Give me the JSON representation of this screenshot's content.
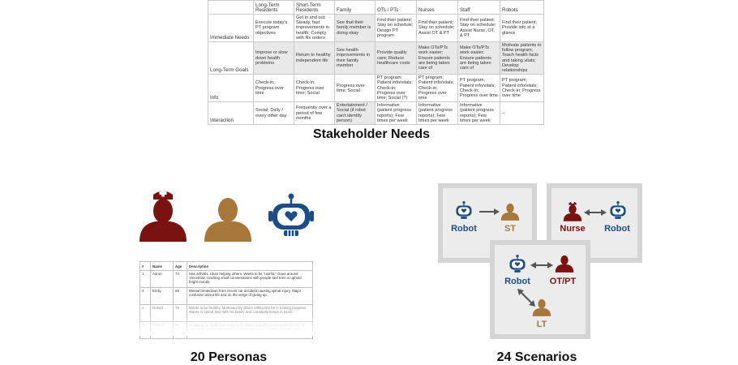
{
  "stakeholder_table": {
    "columns": [
      "",
      "Long-Term Residents",
      "Short-Term Residents",
      "Family",
      "OTs / PTs",
      "Nurses",
      "Staff",
      "Robots"
    ],
    "rows": [
      {
        "label": "Immediate Needs",
        "cells": [
          "Execute today's PT program objectives",
          "Get in and out; Steady, fast improvements in health; Comply with Rx orders",
          "See that their family member is doing okay",
          "Find their patient; Stay on schedule; Design PT program",
          "Find their patient; Stay on schedule; Assist OT & PT",
          "Find their patient; Stay on schedule; Assist Nurse, OT, & PT",
          "Find their patient; Provide info at a glance"
        ]
      },
      {
        "label": "Long-Term Goals",
        "cells": [
          "Improve or slow down health problems",
          "Return to healthy independent life",
          "See health improvements in their family member",
          "Provide quality care; Reduce healthcare costs",
          "Make OTs/PTs work easier; Ensure patients are being taken care of",
          "Make OTs/PTs work easier; Ensure patients are being taken care of",
          "Motivate patients to follow program; Teach health facts and taking vitals; Develop relationships"
        ]
      },
      {
        "label": "Info",
        "cells": [
          "Check-in; Progress over time",
          "Check-in; Progress over time; Social",
          "Progress over time; Social",
          "PT program; Patient info/vitals; Check-in; Progress over time; Social (?)",
          "PT program; Patient info/vitals; Check-in; Progress over time",
          "PT program; Patient info/vitals; Check-in; Progress over time",
          "PT program; Patient info/vitals; Check-in; Progress over time"
        ]
      },
      {
        "label": "Interaction",
        "cells": [
          "Social; Daily / every other day",
          "Frequently over a period of few months",
          "Entertainment / Social (if robot can't identify person)",
          "Informative (patient progress reports); Few times per week",
          "Informative (patient progress reports); Few times per week",
          "Informative (patient progress reports); Few times per week",
          "--"
        ]
      }
    ]
  },
  "captions": {
    "stakeholder_needs": "Stakeholder Needs",
    "personas": "20 Personas",
    "scenarios": "24 Scenarios"
  },
  "persona_table": {
    "headers": [
      "#",
      "Name",
      "Age",
      "Description"
    ],
    "rows": [
      [
        "1",
        "Aaron",
        "74",
        "Has arthritis. Likes helping others. Wants to be \"useful.\" Goes around Vincentian cracking small conversations with people and tries to uphold bright moods."
      ],
      [
        "2",
        "Emily",
        "65",
        "Mental breakdown from recent car accident causing spinal injury. Major confusion about life and on the verge of giving up."
      ],
      [
        "3",
        "Robert",
        "78",
        "Wants to be healthy. Motivated by others telling him he is making progress. Wants to spend time with his family and constantly keeps in touch."
      ],
      [
        "4",
        "Rachel",
        "85",
        "Is waiting for death but ready for it. Wants a painless and peaceful time at Vincentian but is still ery keen to keeping himself healthy mentally and physically."
      ]
    ]
  },
  "scenarios": {
    "card1": {
      "left": "Robot",
      "right": "ST"
    },
    "card2": {
      "left": "Nurse",
      "right": "Robot"
    },
    "card3": {
      "left": "Robot",
      "right": "OT/PT",
      "bottom": "LT"
    }
  },
  "colors": {
    "resident_red": "#7a1212",
    "family_tan": "#a8773a",
    "robot_blue": "#1d4d86",
    "card_border": "#d4d4d4",
    "card_fill": "#ececec"
  }
}
